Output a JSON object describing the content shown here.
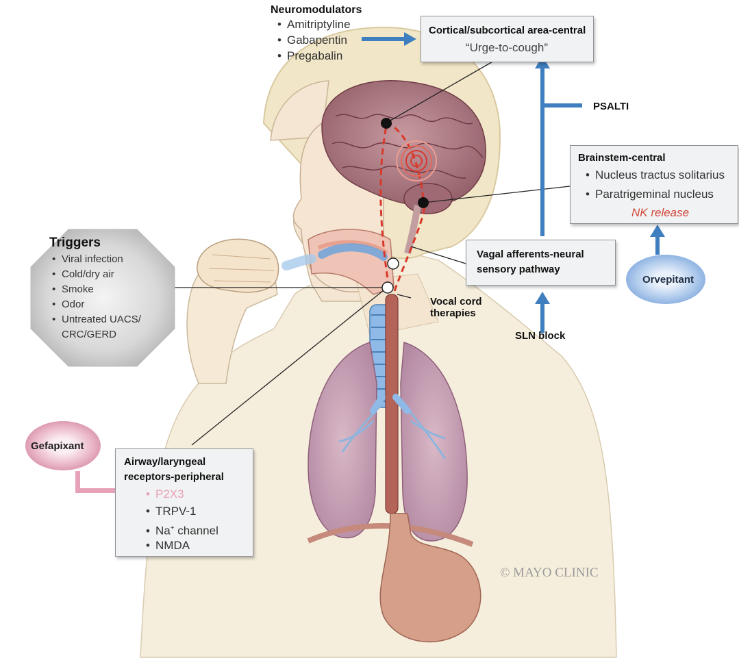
{
  "neuromodulators": {
    "title": "Neuromodulators",
    "items": [
      "Amitriptyline",
      "Gabapentin",
      "Pregabalin"
    ]
  },
  "cortical": {
    "title": "Cortical/subcortical area-central",
    "quote": "“Urge-to-cough”"
  },
  "psalti": "PSALTI",
  "brainstem": {
    "title": "Brainstem-central",
    "items": [
      "Nucleus tractus solitarius",
      "Paratrigeminal nucleus"
    ],
    "release": "NK release"
  },
  "triggers": {
    "title": "Triggers",
    "items": [
      "Viral infection",
      "Cold/dry air",
      "Smoke",
      "Odor",
      "Untreated UACS/",
      "CRC/GERD"
    ]
  },
  "vagal": {
    "line1": "Vagal afferents-neural",
    "line2": "sensory pathway"
  },
  "orvepitant": "Orvepitant",
  "vocal": {
    "line1": "Vocal cord",
    "line2": "therapies"
  },
  "sln": "SLN block",
  "gefapixant": "Gefapixant",
  "airway": {
    "title1": "Airway/laryngeal",
    "title2": "receptors-peripheral",
    "items": [
      "P2X3",
      "TRPV-1",
      "Na",
      "NMDA"
    ],
    "na_sup": "+",
    "na_rest": " channel"
  },
  "copyright": "© MAYO CLINIC",
  "colors": {
    "blue_arrow": "#3f7fbf",
    "red_path": "#d8392b",
    "pink_arrow": "#e6a3b8",
    "box_bg": "#f1f2f3"
  }
}
